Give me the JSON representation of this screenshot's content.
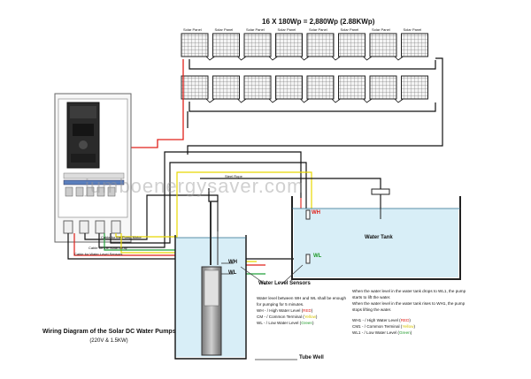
{
  "header": {
    "array_rating": "16 X 180Wp = 2,880Wp (2.88KWp)"
  },
  "panels": {
    "label": "Solar Panel",
    "top_row_count": 8,
    "bottom_row_count": 8
  },
  "controller": {
    "wire_pump_motor": "Cable for the Pump Motor",
    "wire_solar_array": "Cable for the Solar Array",
    "wire_level_sensors": "Cable for Water Level Sensors"
  },
  "labels": {
    "small_top": "Steel Rope",
    "water_tank": "Water Tank",
    "wh_tank": "WH",
    "wl_tank": "WL",
    "wh_well": "WH",
    "wl_well": "WL",
    "level_sensors": "Water Level Sensors",
    "tube_well": "Tube Well",
    "watermark": "jumboenergysaver.com"
  },
  "notes_left": {
    "line1": "Water level between WH and WL shall be enough",
    "line2": "for pumping for 5 minutes.",
    "wh_prefix": "WH - / High Water Level (",
    "wh_color": "RED",
    "cm_prefix": "CM - / Common Terminal (",
    "cm_color": "Yellow",
    "wl_prefix": "WL - / Low Water Level (",
    "wl_color": "Green",
    "close": ")"
  },
  "notes_right": {
    "line1": "When the water level in the water tank drops to WL1, the pump",
    "line2": "starts to lift the water.",
    "line3": "When the water level in the water tank rises to WH1, the pump",
    "line4": "stops lifting the water.",
    "wh_prefix": "WH1 - / High Water Level (",
    "wh_color": "RED",
    "cm_prefix": "CM1 - / Common Terminal (",
    "cm_color": "Yellow",
    "wl_prefix": "WL1 - / Low Water Level (",
    "wl_color": "Green",
    "close": ")"
  },
  "caption": {
    "title": "Wiring Diagram of the Solar DC Water Pumps",
    "subtitle": "(220V & 1.5KW)"
  },
  "colors": {
    "wire_red": "#e0201a",
    "wire_yellow": "#e8d800",
    "wire_green": "#22a03a",
    "wire_black": "#111111",
    "water": "#d8eef7"
  }
}
